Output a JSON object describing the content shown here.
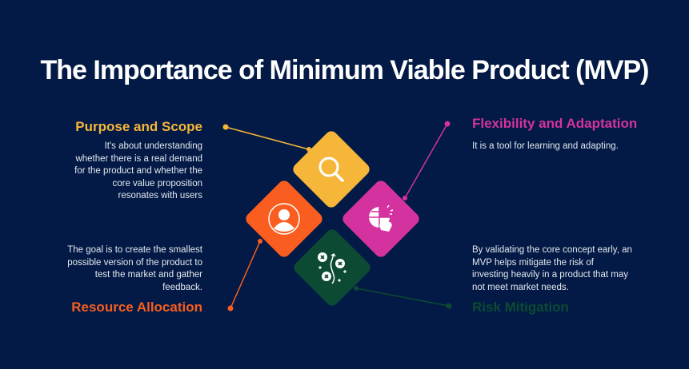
{
  "title": "The Importance of Minimum Viable Product (MVP)",
  "colors": {
    "background": "#021a45",
    "purpose": "#f5b63a",
    "flexibility": "#d4339f",
    "resource": "#f95d1f",
    "risk": "#0d4a33"
  },
  "sections": {
    "purpose": {
      "heading": "Purpose and Scope",
      "text": "It's about understanding whether there is a real demand for the product and whether the core value proposition resonates with users",
      "icon": "search-icon"
    },
    "flexibility": {
      "heading": "Flexibility and Adaptation",
      "text": "It is a tool for learning and adapting.",
      "icon": "globe-icon"
    },
    "resource": {
      "heading": "Resource Allocation",
      "text": "The goal is to create the smallest possible version of the product to test the market and gather feedback.",
      "icon": "user-icon"
    },
    "risk": {
      "heading": "Risk Mitigation",
      "text": "By validating the core concept early, an MVP helps mitigate the risk of investing heavily in a product that may not meet market needs.",
      "icon": "strategy-icon"
    }
  }
}
